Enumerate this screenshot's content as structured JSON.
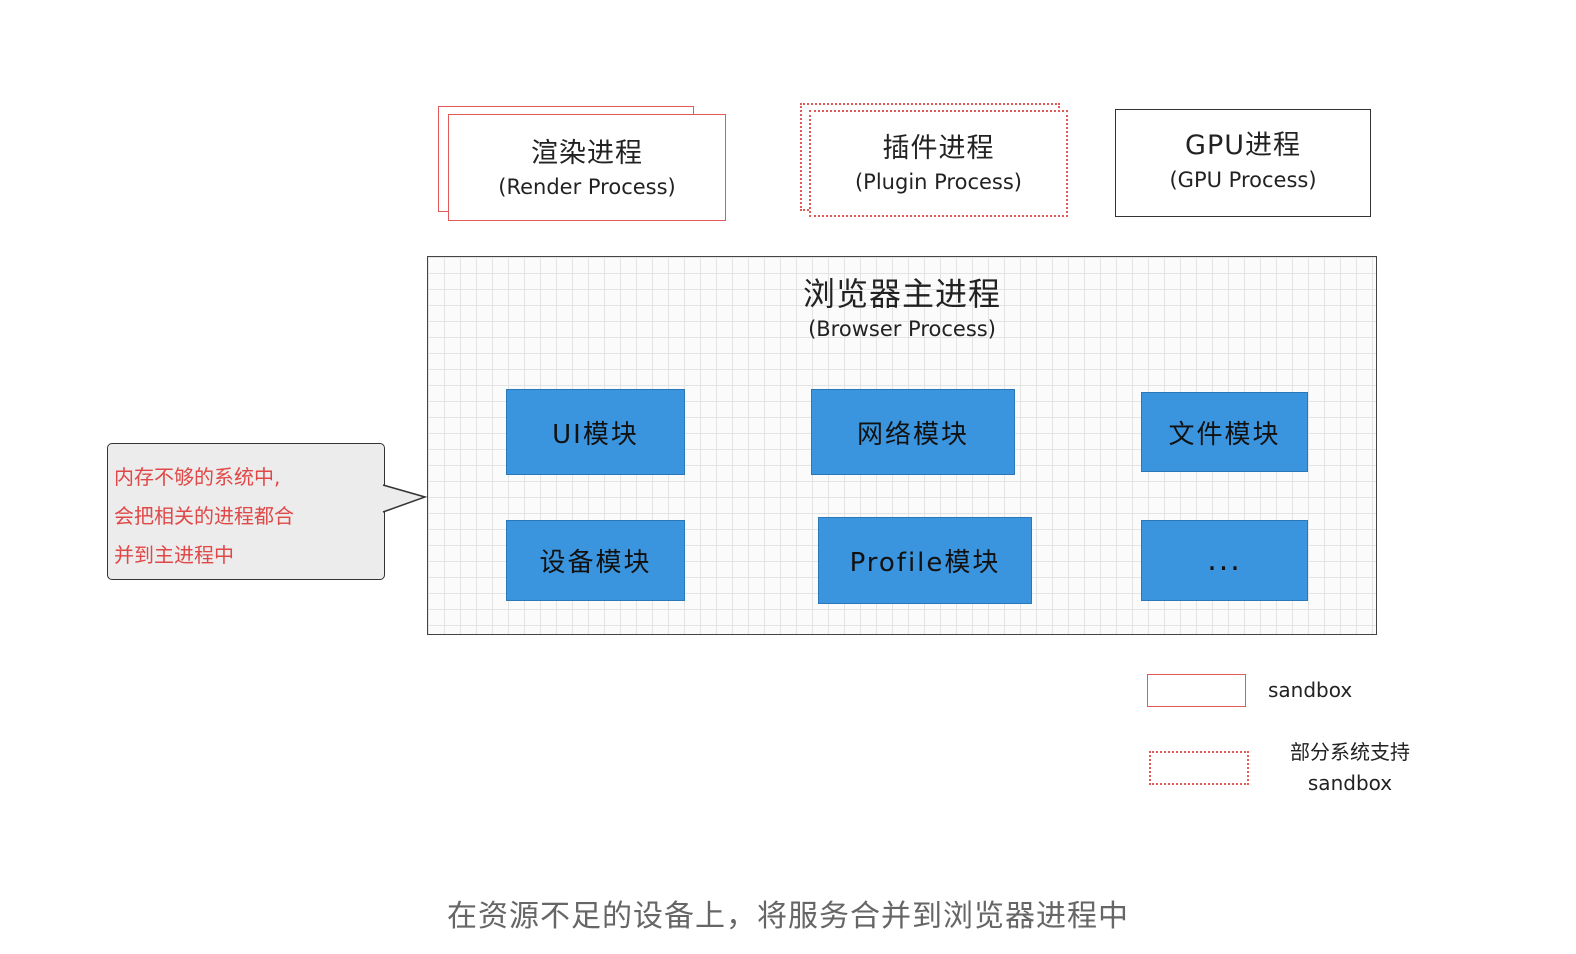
{
  "render_process": {
    "title": "渲染进程",
    "subtitle": "(Render Process)"
  },
  "plugin_process": {
    "title": "插件进程",
    "subtitle": "(Plugin Process)"
  },
  "gpu_process": {
    "title": "GPU进程",
    "subtitle": "(GPU Process)"
  },
  "browser_process": {
    "title": "浏览器主进程",
    "subtitle": "(Browser Process)",
    "modules": [
      "UI模块",
      "网络模块",
      "文件模块",
      "设备模块",
      "Profile模块",
      "..."
    ]
  },
  "callout": {
    "lines": [
      "内存不够的系统中,",
      "会把相关的进程都合",
      "并到主进程中"
    ]
  },
  "legend": {
    "sandbox": "sandbox",
    "partial_line1": "部分系统支持",
    "partial_line2": "sandbox"
  },
  "caption": "在资源不足的设备上，将服务合并到浏览器进程中",
  "colors": {
    "sandbox_border": "#e05a5a",
    "module_fill": "#3b95de",
    "callout_text": "#e04848"
  }
}
